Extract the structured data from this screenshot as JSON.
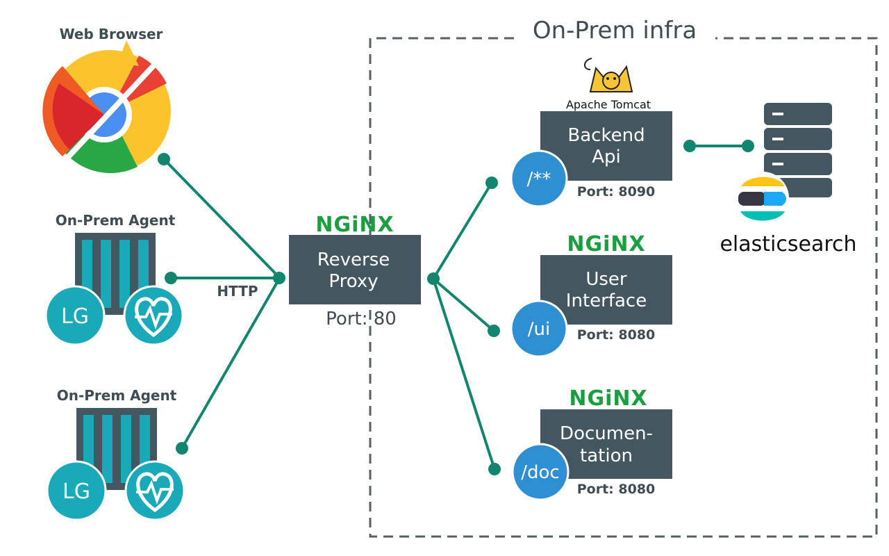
{
  "infra": {
    "title": "On-Prem infra"
  },
  "clients": {
    "browser_label": "Web Browser",
    "agent1_label": "On-Prem Agent",
    "agent2_label": "On-Prem Agent",
    "agent_badge": "LG",
    "http_label": "HTTP"
  },
  "proxy": {
    "logo": "NGiNX",
    "title_line1": "Reverse",
    "title_line2": "Proxy",
    "port": "Port: 80"
  },
  "backend": {
    "logo_text": "Apache Tomcat",
    "title_line1": "Backend",
    "title_line2": "Api",
    "path": "/**",
    "port": "Port: 8090"
  },
  "ui": {
    "logo": "NGiNX",
    "title_line1": "User",
    "title_line2": "Interface",
    "path": "/ui",
    "port": "Port: 8080"
  },
  "docs": {
    "logo": "NGiNX",
    "title_line1": "Documen-",
    "title_line2": "tation",
    "path": "/doc",
    "port": "Port: 8080"
  },
  "database": {
    "label": "elasticsearch"
  },
  "colors": {
    "box": "#44565f",
    "line": "#12856f",
    "path_circle": "#2f8fd3",
    "teal": "#1aa9b8",
    "nginx": "#1a9e3f"
  },
  "icons": [
    "browser-icon",
    "tomcat-icon",
    "database-icon",
    "elasticsearch-icon",
    "heart-monitor-icon",
    "server-rack-icon"
  ]
}
